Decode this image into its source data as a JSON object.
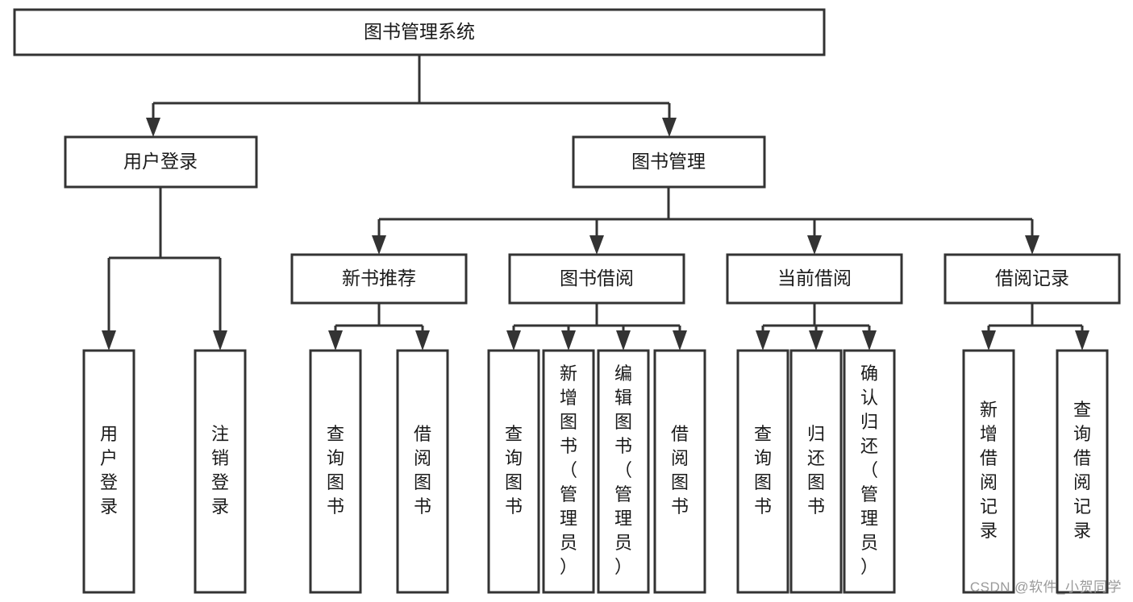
{
  "diagram": {
    "type": "tree-hierarchy-flowchart",
    "title": "图书管理系统",
    "watermark": "CSDN @软件_小贺同学",
    "colors": {
      "background": "#ffffff",
      "stroke": "#333333",
      "text": "#1a1a1a",
      "watermark": "#9a9a9a"
    },
    "levels": {
      "root": {
        "label": "图书管理系统"
      },
      "level2": [
        {
          "id": "user-login",
          "label": "用户登录"
        },
        {
          "id": "book-manage",
          "label": "图书管理"
        }
      ],
      "level3": [
        {
          "id": "new-book-rec",
          "label": "新书推荐",
          "parent": "book-manage"
        },
        {
          "id": "book-borrow",
          "label": "图书借阅",
          "parent": "book-manage"
        },
        {
          "id": "current-borrow",
          "label": "当前借阅",
          "parent": "book-manage"
        },
        {
          "id": "borrow-record",
          "label": "借阅记录",
          "parent": "book-manage"
        }
      ],
      "leaves": [
        {
          "id": "leaf-user-login",
          "label": "用户登录",
          "parent": "user-login"
        },
        {
          "id": "leaf-user-logout",
          "label": "注销登录",
          "parent": "user-login"
        },
        {
          "id": "leaf-query-book-1",
          "label": "查询图书",
          "parent": "new-book-rec"
        },
        {
          "id": "leaf-borrow-book-1",
          "label": "借阅图书",
          "parent": "new-book-rec"
        },
        {
          "id": "leaf-query-book-2",
          "label": "查询图书",
          "parent": "book-borrow"
        },
        {
          "id": "leaf-add-book",
          "label": "新增图书（管理员）",
          "parent": "book-borrow"
        },
        {
          "id": "leaf-edit-book",
          "label": "编辑图书（管理员）",
          "parent": "book-borrow"
        },
        {
          "id": "leaf-borrow-book-2",
          "label": "借阅图书",
          "parent": "book-borrow"
        },
        {
          "id": "leaf-query-book-3",
          "label": "查询图书",
          "parent": "current-borrow"
        },
        {
          "id": "leaf-return-book",
          "label": "归还图书",
          "parent": "current-borrow"
        },
        {
          "id": "leaf-confirm-return",
          "label": "确认归还（管理员）",
          "parent": "current-borrow"
        },
        {
          "id": "leaf-add-record",
          "label": "新增借阅记录",
          "parent": "borrow-record"
        },
        {
          "id": "leaf-query-record",
          "label": "查询借阅记录",
          "parent": "borrow-record"
        }
      ]
    }
  }
}
